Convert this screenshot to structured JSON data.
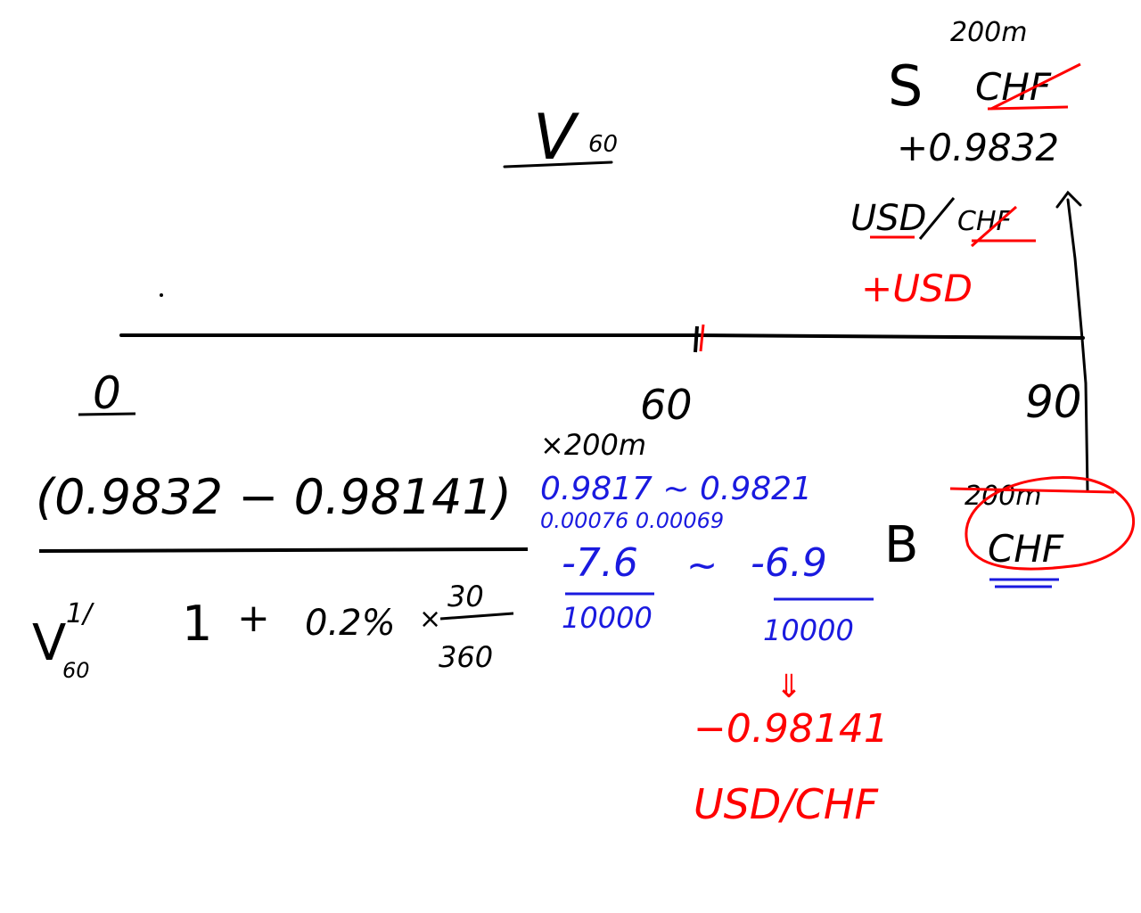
{
  "colors": {
    "background": "#ffffff",
    "ink_black": "#000000",
    "ink_red": "#ff0000",
    "ink_blue": "#1a1adf"
  },
  "heading": {
    "v": "V",
    "v_sub": "60"
  },
  "timeline": {
    "tick_start": "0",
    "tick_mid": "60",
    "tick_end": "90",
    "mid_amount": "×200m"
  },
  "spot": {
    "amount": "200m",
    "label": "S",
    "currency": "CHF",
    "rate": "+0.9832",
    "pair_base": "USD",
    "pair_quote": "CHF",
    "direction": "+USD"
  },
  "forward_points": {
    "range_top": "0.9817 ~ 0.9821",
    "range_sub": "0.00076   0.00069",
    "frac_left_num": "-7.6",
    "frac_right_num": "-6.9",
    "tilde": "~",
    "frac_left_den": "10000",
    "frac_right_den": "10000"
  },
  "b_leg": {
    "label": "B",
    "amount": "200m",
    "currency": "CHF"
  },
  "formula": {
    "numerator": "(0.9832 − 0.98141)",
    "den_v": "V",
    "den_v_sup": "1/",
    "den_v_sub": "60",
    "den_one": "1",
    "den_plus": "+",
    "den_rate": "0.2%",
    "den_times": "×",
    "den_frac_num": "30",
    "den_frac_den": "360"
  },
  "result": {
    "arrow": "⇓",
    "rate": "−0.98141",
    "pair": "USD/CHF"
  }
}
